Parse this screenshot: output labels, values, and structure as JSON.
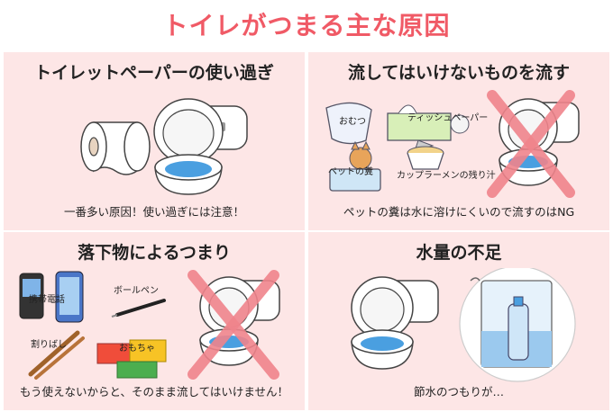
{
  "title": "トイレがつまる主な原因",
  "colors": {
    "title": "#f05a66",
    "panel_bg": "#fde6e6",
    "cross": "#f0848c",
    "toilet": "#ffffff",
    "water": "#4a9fe0"
  },
  "panels": [
    {
      "heading": "トイレットペーパーの使い過ぎ",
      "caption": "一番多い原因！使い過ぎには注意！",
      "icons": [
        "toilet-paper-roll-icon",
        "toilet-icon"
      ]
    },
    {
      "heading": "流してはいけないものを流す",
      "caption": "ペットの糞は水に溶けにくいので流すのはNG",
      "labels": [
        "おむつ",
        "ティッシュペーパー",
        "ペットの糞",
        "カップラーメンの残り汁"
      ],
      "icons": [
        "diaper-icon",
        "tissue-box-icon",
        "cat-litter-icon",
        "cup-noodle-icon",
        "toilet-icon",
        "cross-mark-icon"
      ]
    },
    {
      "heading": "落下物によるつまり",
      "caption": "もう使えないからと、そのまま流してはいけません！",
      "labels": [
        "携帯電話",
        "ボールペン",
        "割りばし",
        "おもちゃ"
      ],
      "icons": [
        "phone-icon",
        "ballpoint-pen-icon",
        "chopsticks-icon",
        "toy-blocks-icon",
        "toilet-icon",
        "cross-mark-icon"
      ]
    },
    {
      "heading": "水量の不足",
      "caption": "節水のつもりが…",
      "icons": [
        "toilet-icon",
        "water-bottle-in-tank-icon"
      ]
    }
  ]
}
